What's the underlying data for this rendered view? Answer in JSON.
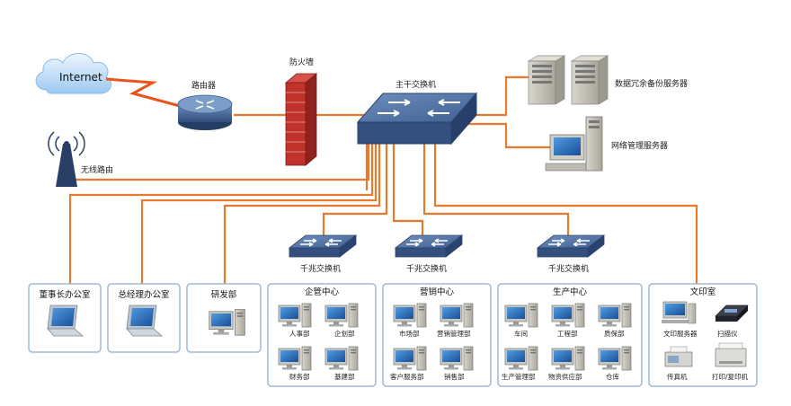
{
  "labels": {
    "internet": "Internet",
    "router": "路由器",
    "firewall": "防火墙",
    "core_switch": "主干交换机",
    "backup_server": "数据冗余备份服务器",
    "mgmt_server": "网络管理服务器",
    "wireless_router": "无线路由",
    "gigabit_switch": "千兆交换机"
  },
  "offices": {
    "chairman": "董事长办公室",
    "gm": "总经理办公室",
    "rnd": "研发部"
  },
  "centers": {
    "admin": {
      "title": "企管中心",
      "depts": [
        "人事部",
        "企划部",
        "财务部",
        "基建部"
      ]
    },
    "sales": {
      "title": "营销中心",
      "depts": [
        "市场部",
        "营销管理部",
        "客户服务部",
        "销售部"
      ]
    },
    "production": {
      "title": "生产中心",
      "depts": [
        "车间",
        "工程部",
        "质保部",
        "生产管理部",
        "物资供应部",
        "仓库"
      ]
    }
  },
  "print_room": {
    "title": "文印室",
    "items": [
      "文印服务器",
      "扫描仪",
      "传真机",
      "打印/复印机"
    ]
  },
  "colors": {
    "cable": "#e87a2e",
    "switch": "#3e5f8c",
    "frame": "#9fb8d6",
    "firewall": "#c0322b",
    "lightning": "#e8541b"
  }
}
